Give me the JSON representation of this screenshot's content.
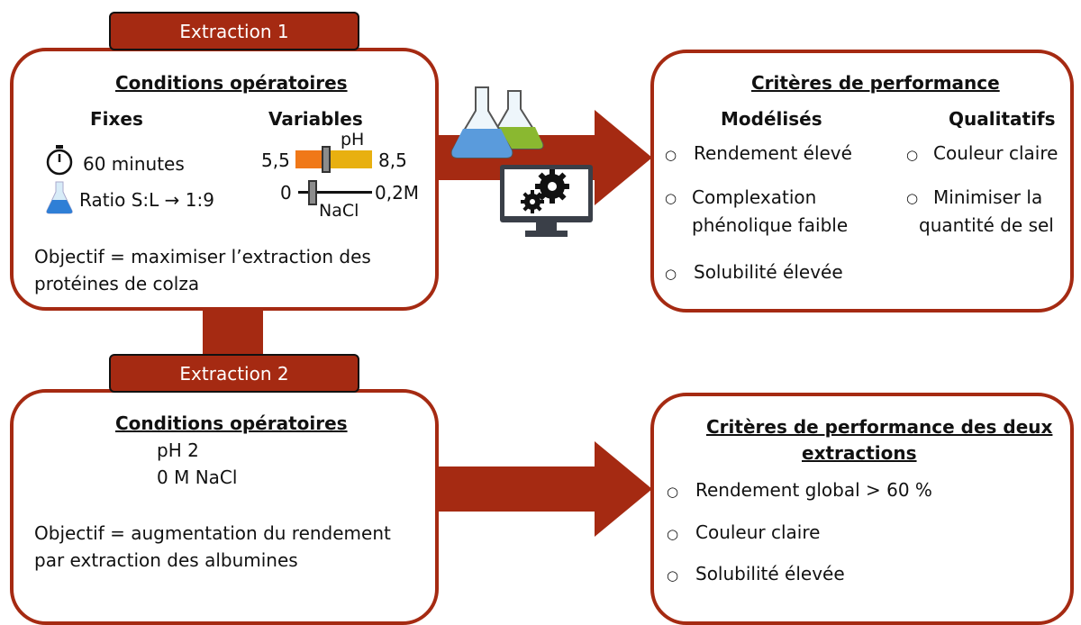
{
  "extraction1": {
    "tab_label": "Extraction 1",
    "conditions_title": "Conditions opératoires",
    "fixes_title": "Fixes",
    "variables_title": "Variables",
    "time_icon": "stopwatch-icon",
    "time_text": "60 minutes",
    "ratio_icon": "flask-icon",
    "ratio_text": "Ratio S:L → 1:9",
    "ph_slider": {
      "label": "pH",
      "min_label": "5,5",
      "max_label": "8,5"
    },
    "nacl_slider": {
      "label": "NaCl",
      "min_label": "0",
      "max_label": "0,2M"
    },
    "objective_line1": "Objectif = maximiser l’extraction des",
    "objective_line2": "protéines de colza"
  },
  "performance1": {
    "title": "Critères de performance",
    "modelises_title": "Modélisés",
    "qualitatifs_title": "Qualitatifs",
    "modelises_items": [
      {
        "line1": "Rendement élevé",
        "line2": ""
      },
      {
        "line1": "Complexation",
        "line2": "phénolique faible"
      },
      {
        "line1": "Solubilité élevée",
        "line2": ""
      }
    ],
    "qualitatifs_items": [
      {
        "line1": "Couleur claire",
        "line2": ""
      },
      {
        "line1": "Minimiser la",
        "line2": "quantité de sel"
      }
    ]
  },
  "extraction2": {
    "tab_label": "Extraction 2",
    "conditions_title": "Conditions opératoires",
    "ph_text": "pH 2",
    "nacl_text": "0 M NaCl",
    "objective_line1": "Objectif = augmentation du rendement",
    "objective_line2": "par extraction des albumines"
  },
  "performance2": {
    "title_line1": "Critères de performance des deux",
    "title_line2": "extractions",
    "items": [
      "Rendement global > 60 %",
      "Couleur claire",
      "Solubilité élevée"
    ]
  },
  "icons": {
    "flasks": "lab-flasks-icon",
    "computer": "computer-gears-icon",
    "bullet_glyph": "○"
  },
  "colors": {
    "accent": "#a52a12",
    "ph_bar_left": "#f07818",
    "ph_bar_right": "#e8b010",
    "flask_blue": "#5a9bdc",
    "flask_green": "#8ab830"
  }
}
